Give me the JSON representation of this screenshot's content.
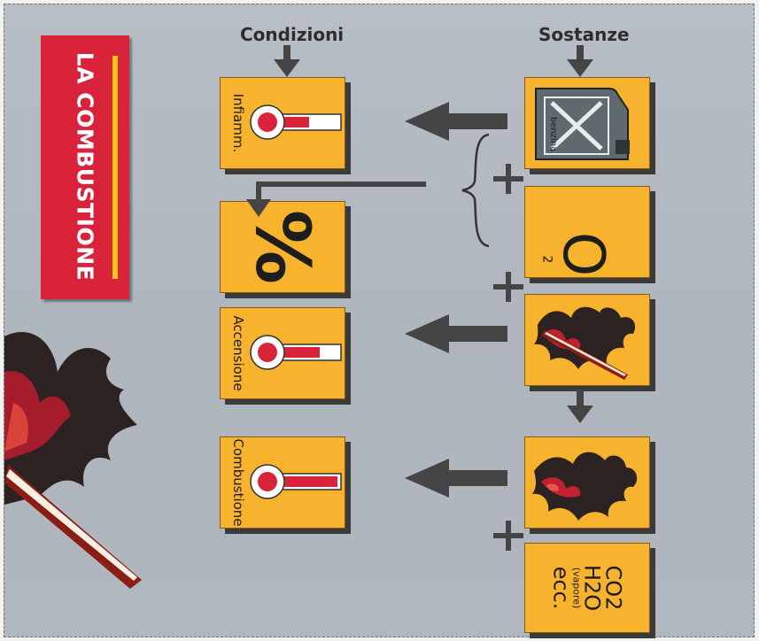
{
  "title": "LA COMBUSTIONE",
  "headers": {
    "conditions": "Condizioni",
    "substances": "Sostanze"
  },
  "conditions": {
    "flammability_label": "Infiamm.",
    "ignition_label": "Accensione",
    "combustion_label": "Combustione",
    "percent_symbol": "%"
  },
  "substances": {
    "canister_label": "benzina",
    "oxygen_symbol": "O",
    "oxygen_subscript": "2",
    "products": {
      "co2": "CO2",
      "h2o": "H2O",
      "vapor": "(vapore)",
      "etc": "ecc."
    }
  },
  "colors": {
    "box_fill": "#f7b22e",
    "title_red": "#d9233b",
    "title_stripe": "#f5c418",
    "arrow": "#454545"
  }
}
